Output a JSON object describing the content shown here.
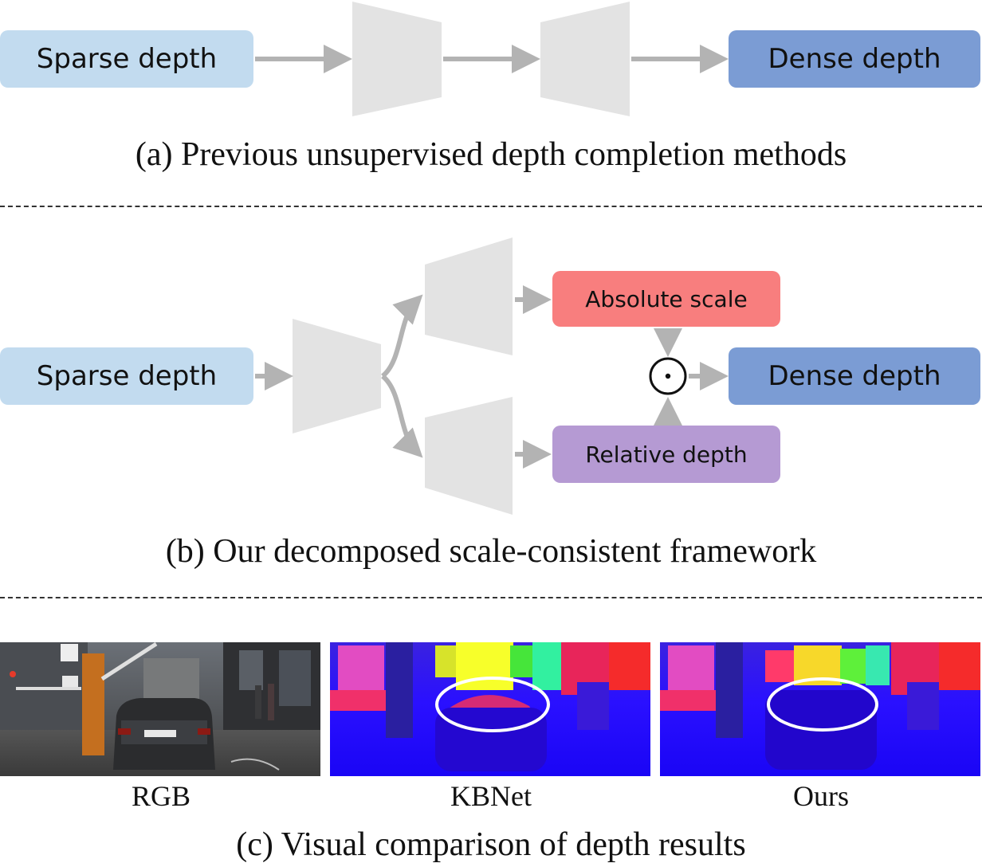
{
  "part_a": {
    "input_label": "Sparse depth",
    "output_label": "Dense depth",
    "caption": "(a) Previous unsupervised depth completion methods"
  },
  "part_b": {
    "input_label": "Sparse depth",
    "scale_label": "Absolute scale",
    "relative_label": "Relative depth",
    "operator_symbol": "⊙",
    "output_label": "Dense depth",
    "caption": "(b) Our decomposed scale-consistent framework"
  },
  "part_c": {
    "panels": [
      {
        "label": "RGB"
      },
      {
        "label": "KBNet"
      },
      {
        "label": "Ours"
      }
    ],
    "caption": "(c) Visual comparison of depth results"
  },
  "colors": {
    "input_box": "#c2dbef",
    "output_box": "#7b9cd4",
    "scale_box": "#f87e7e",
    "relative_box": "#b59ad3",
    "network": "#e3e3e3",
    "arrow": "#b3b3b3"
  }
}
